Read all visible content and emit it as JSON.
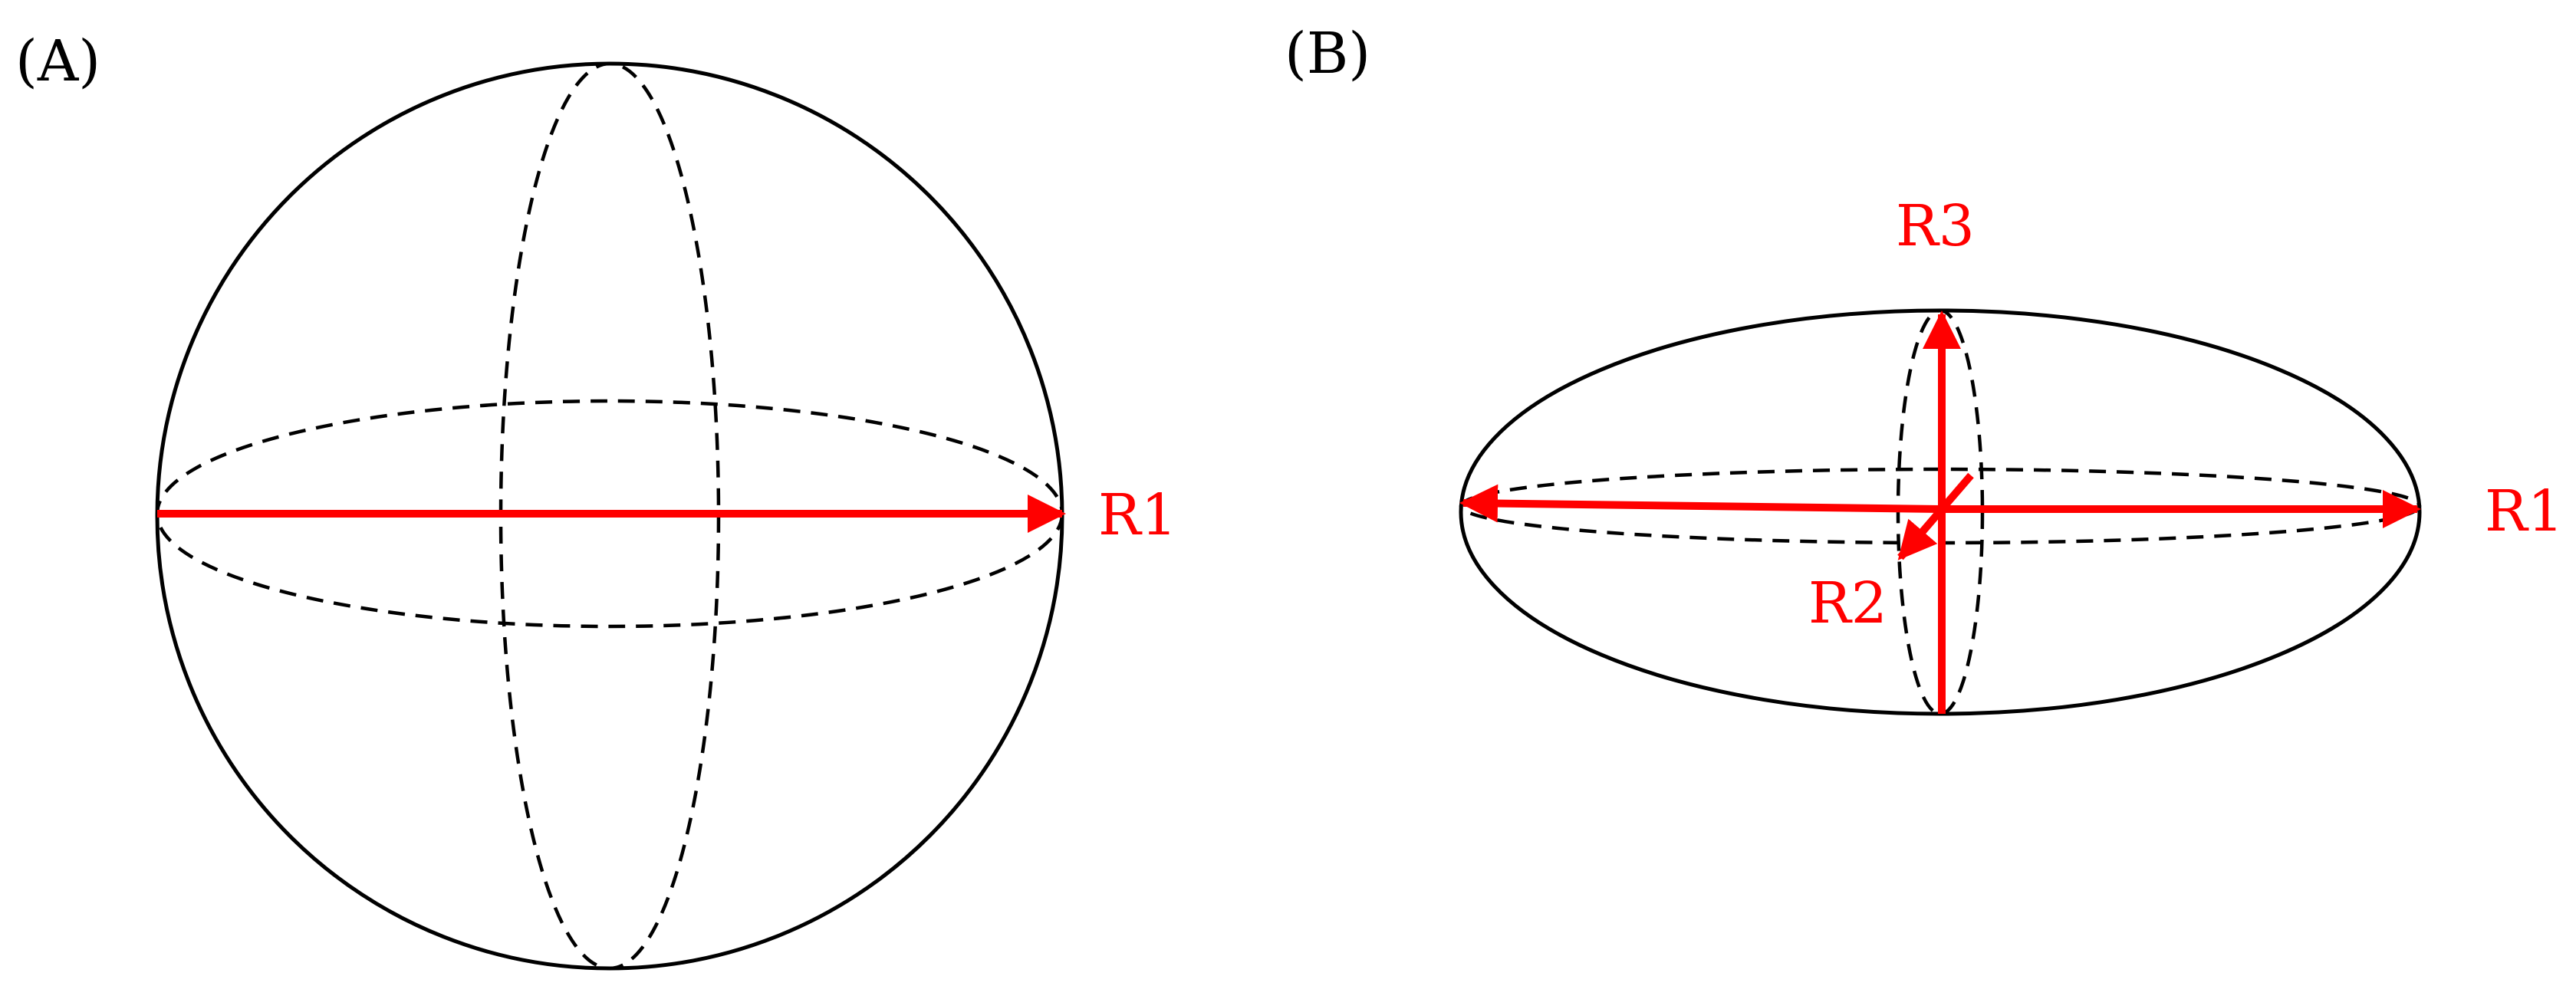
{
  "colors": {
    "outline": "#000000",
    "axis": "#ff0000",
    "background": "#ffffff"
  },
  "panels": [
    {
      "id": "A",
      "label": "(A)",
      "shape": "sphere",
      "axes": [
        {
          "label": "R1"
        }
      ]
    },
    {
      "id": "B",
      "label": "(B)",
      "shape": "ellipsoid",
      "axes": [
        {
          "label": "R1"
        },
        {
          "label": "R2"
        },
        {
          "label": "R3"
        }
      ]
    }
  ]
}
